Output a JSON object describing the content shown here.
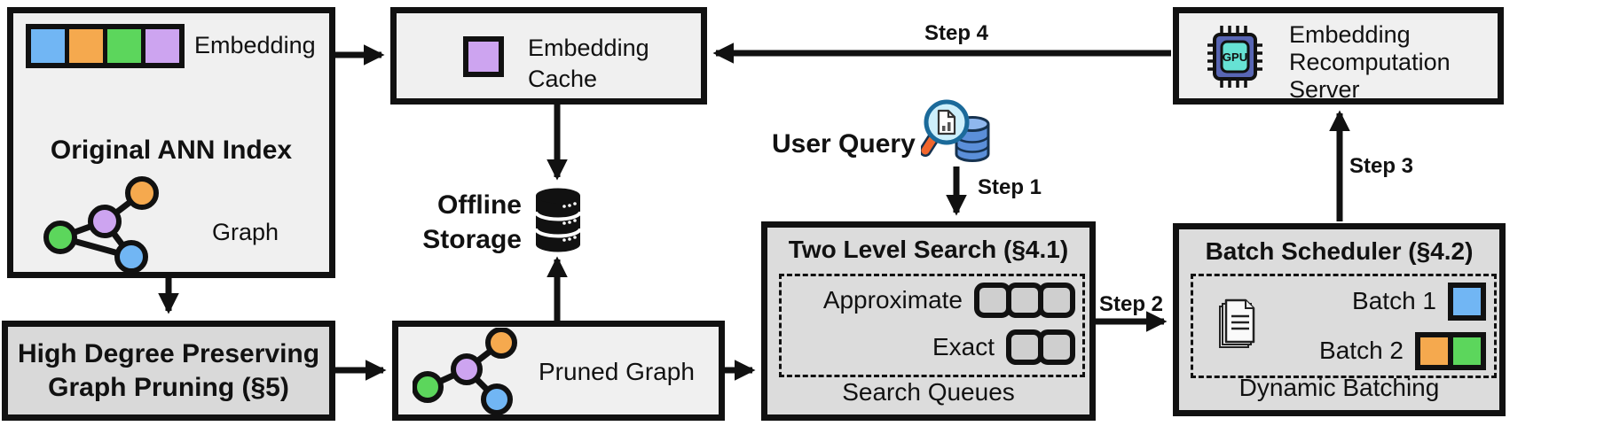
{
  "palette": {
    "blue": "#71b6f4",
    "orange": "#f5a94e",
    "green": "#5cd65c",
    "purple": "#cda4f0",
    "box_light": "#f0f0f0",
    "box_gray": "#dcdcdc",
    "queue_fill": "#cfcfcf",
    "outline": "#111111",
    "gpu_body": "#5866b4",
    "gpu_core": "#66e2d4",
    "magnifier_handle": "#f2662d",
    "query_db_blue": "#5b8fd9"
  },
  "ann": {
    "title": "Original ANN Index",
    "embedding_label": "Embedding",
    "graph_label": "Graph",
    "embedding_colors": [
      "#71b6f4",
      "#f5a94e",
      "#5cd65c",
      "#cda4f0"
    ]
  },
  "pruning": {
    "line1": "High Degree Preserving",
    "line2": "Graph Pruning (§5)"
  },
  "cache": {
    "line1": "Embedding",
    "line2": "Cache"
  },
  "storage": {
    "line1": "Offline",
    "line2": "Storage"
  },
  "pruned": {
    "label": "Pruned Graph"
  },
  "query": {
    "label": "User Query"
  },
  "search": {
    "title": "Two Level Search (§4.1)",
    "rows": [
      {
        "label": "Approximate",
        "count": 3
      },
      {
        "label": "Exact",
        "count": 2
      }
    ],
    "footer": "Search Queues"
  },
  "scheduler": {
    "title": "Batch Scheduler (§4.2)",
    "batches": [
      {
        "label": "Batch 1",
        "colors": [
          "#71b6f4"
        ]
      },
      {
        "label": "Batch 2",
        "colors": [
          "#f5a94e",
          "#5cd65c"
        ]
      }
    ],
    "footer": "Dynamic Batching"
  },
  "server": {
    "line1": "Embedding",
    "line2": "Recomputation",
    "line3": "Server",
    "chip_label": "GPU"
  },
  "steps": {
    "s1": "Step 1",
    "s2": "Step 2",
    "s3": "Step 3",
    "s4": "Step 4"
  }
}
